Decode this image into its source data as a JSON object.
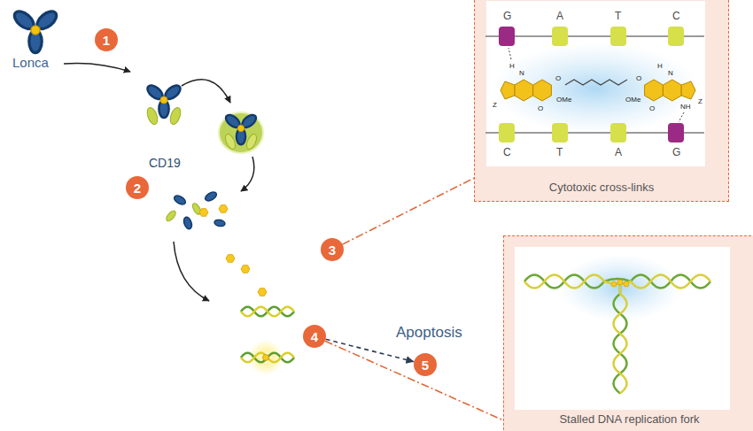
{
  "diagram": {
    "nodes": [
      {
        "text": [
          "1"
        ]
      },
      {
        "text": [
          "CD19"
        ]
      },
      {
        "text": [
          "2"
        ],
        "in": 1
      },
      {
        "text": [
          "3"
        ],
        "in": 1
      },
      {
        "text": [
          "4"
        ],
        "in": 1
      },
      {
        "text": [
          "5"
        ]
      },
      {
        "text": [
          "Cytotoxic cross-links"
        ]
      },
      {
        "text": [
          "Stalled DNA replication fork"
        ]
      }
    ],
    "edges": [
      {
        "from": 3,
        "to": 6,
        "arrow": "none"
      },
      {
        "from": 4,
        "to": 7,
        "arrow": "none"
      },
      {
        "from": 4,
        "to": 5,
        "arrow": "to"
      }
    ],
    "labels": [
      "Lonca",
      "Apoptosis",
      "G",
      "A",
      "T",
      "C",
      "H",
      "N",
      "O",
      "H",
      "N",
      "O",
      "Z",
      "OMe",
      "O",
      "OMe",
      "O",
      "NH",
      "Z",
      "C",
      "T",
      "A",
      "G"
    ]
  }
}
